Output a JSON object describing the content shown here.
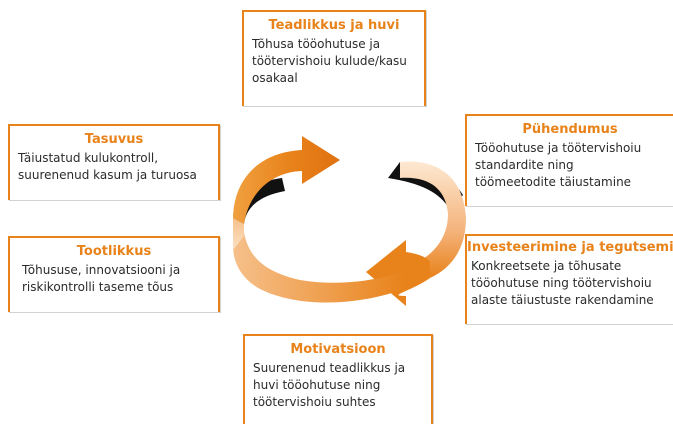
{
  "cards": [
    {
      "title": "Teadlikkus ja huvi",
      "body": "Tõhusa tööohutuse ja\ntöötervishoiu kulude/kasu\nosakaal"
    },
    {
      "title": "Pühendumus",
      "body": "Tööohutuse ja töötervishoiu\nstandardite ning\ntöömeetodite täiustamine"
    },
    {
      "title": "Investeerimine ja tegutsemine",
      "body": "Konkreetsete ja tõhusate\ntööohutuse ning töötervishoiu\nalaste täiustuste rakendamine"
    },
    {
      "title": "Motivatsioon",
      "body": "Suurenenud teadlikkus ja\nhuvi tööohutuse ning\ntöötervishoiu suhtes"
    },
    {
      "title": "Tootlikkus",
      "body": "Tõhususe, innovatsiooni ja\nriskikontrolli taseme tõus"
    },
    {
      "title": "Tasuvus",
      "body": "Täiustatud kulukontroll,\nsuurenenud kasum ja turuosa"
    }
  ],
  "colors": {
    "accent": "#e8821a",
    "text": "#2b2b2b"
  }
}
